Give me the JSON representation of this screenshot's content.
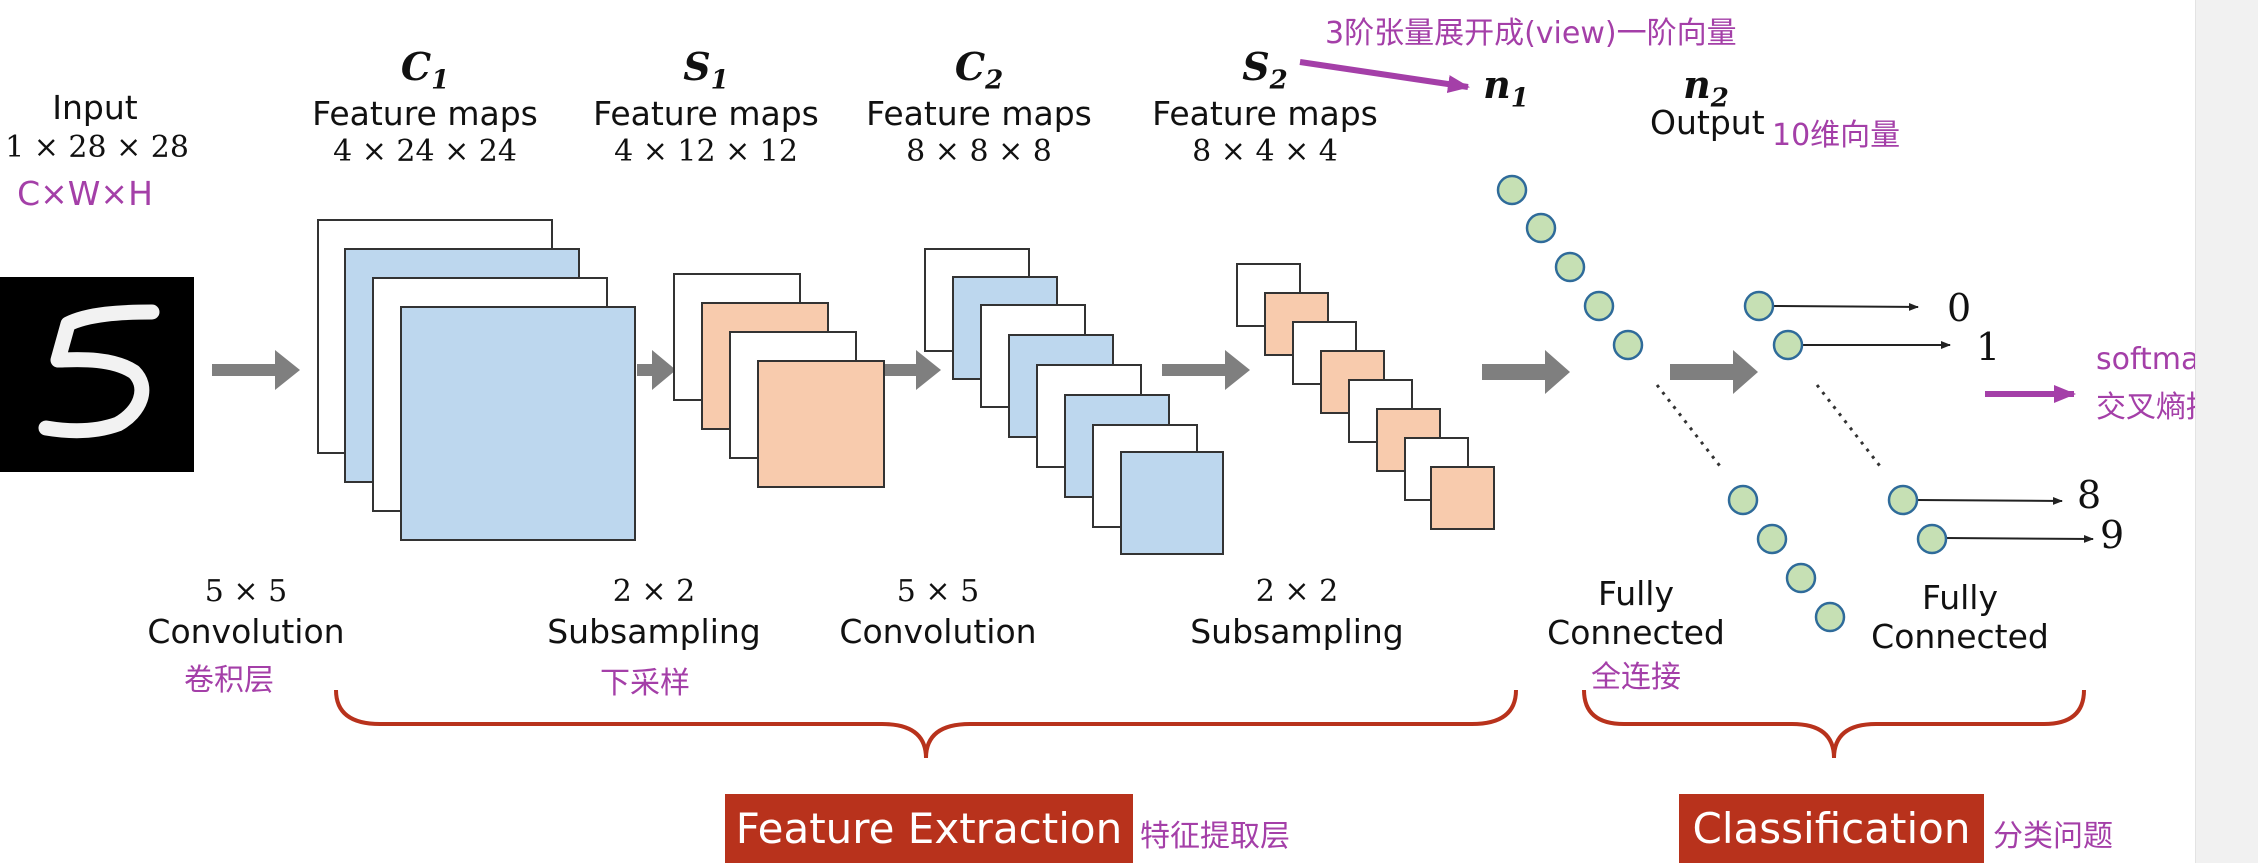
{
  "input": {
    "label": "Input",
    "dims": "1 × 28 × 28",
    "note": "C×W×H"
  },
  "layers": {
    "c1": {
      "symbol": "C",
      "sub": "1",
      "label": "Feature maps",
      "dims": "4 × 24 × 24"
    },
    "s1": {
      "symbol": "S",
      "sub": "1",
      "label": "Feature maps",
      "dims": "4 × 12 × 12"
    },
    "c2": {
      "symbol": "C",
      "sub": "2",
      "label": "Feature maps",
      "dims": "8 × 8 × 8"
    },
    "s2": {
      "symbol": "S",
      "sub": "2",
      "label": "Feature maps",
      "dims": "8 × 4 × 4"
    },
    "n1": {
      "symbol": "n",
      "sub": "1"
    },
    "n2": {
      "symbol": "n",
      "sub": "2",
      "label": "Output",
      "note": "10维向量"
    }
  },
  "flatten_note": "3阶张量展开成(view)一阶向量",
  "operations": {
    "conv1": {
      "size": "5 × 5",
      "name": "Convolution",
      "note": "卷积层"
    },
    "sub1": {
      "size": "2 × 2",
      "name": "Subsampling",
      "note": "下采样"
    },
    "conv2": {
      "size": "5 × 5",
      "name": "Convolution"
    },
    "sub2": {
      "size": "2 × 2",
      "name": "Subsampling"
    },
    "fc1": {
      "line1": "Fully",
      "line2": "Connected",
      "note": "全连接"
    },
    "fc2": {
      "line1": "Fully",
      "line2": "Connected"
    }
  },
  "outputs": [
    "0",
    "1",
    "8",
    "9"
  ],
  "softmax": {
    "line1": "softmax",
    "line2": "交叉熵损失"
  },
  "sections": {
    "feature": {
      "label": "Feature Extraction",
      "note": "特征提取层"
    },
    "classification": {
      "label": "Classification",
      "note": "分类问题"
    }
  },
  "colors": {
    "blue_map": "#bdd7ee",
    "orange_map": "#f8cbad",
    "node": "#c6e0b4",
    "node_stroke": "#2f6b9a",
    "arrow_gray": "#7f7f7f",
    "brace": "#b8321c",
    "annotation": "#a43fa8"
  }
}
